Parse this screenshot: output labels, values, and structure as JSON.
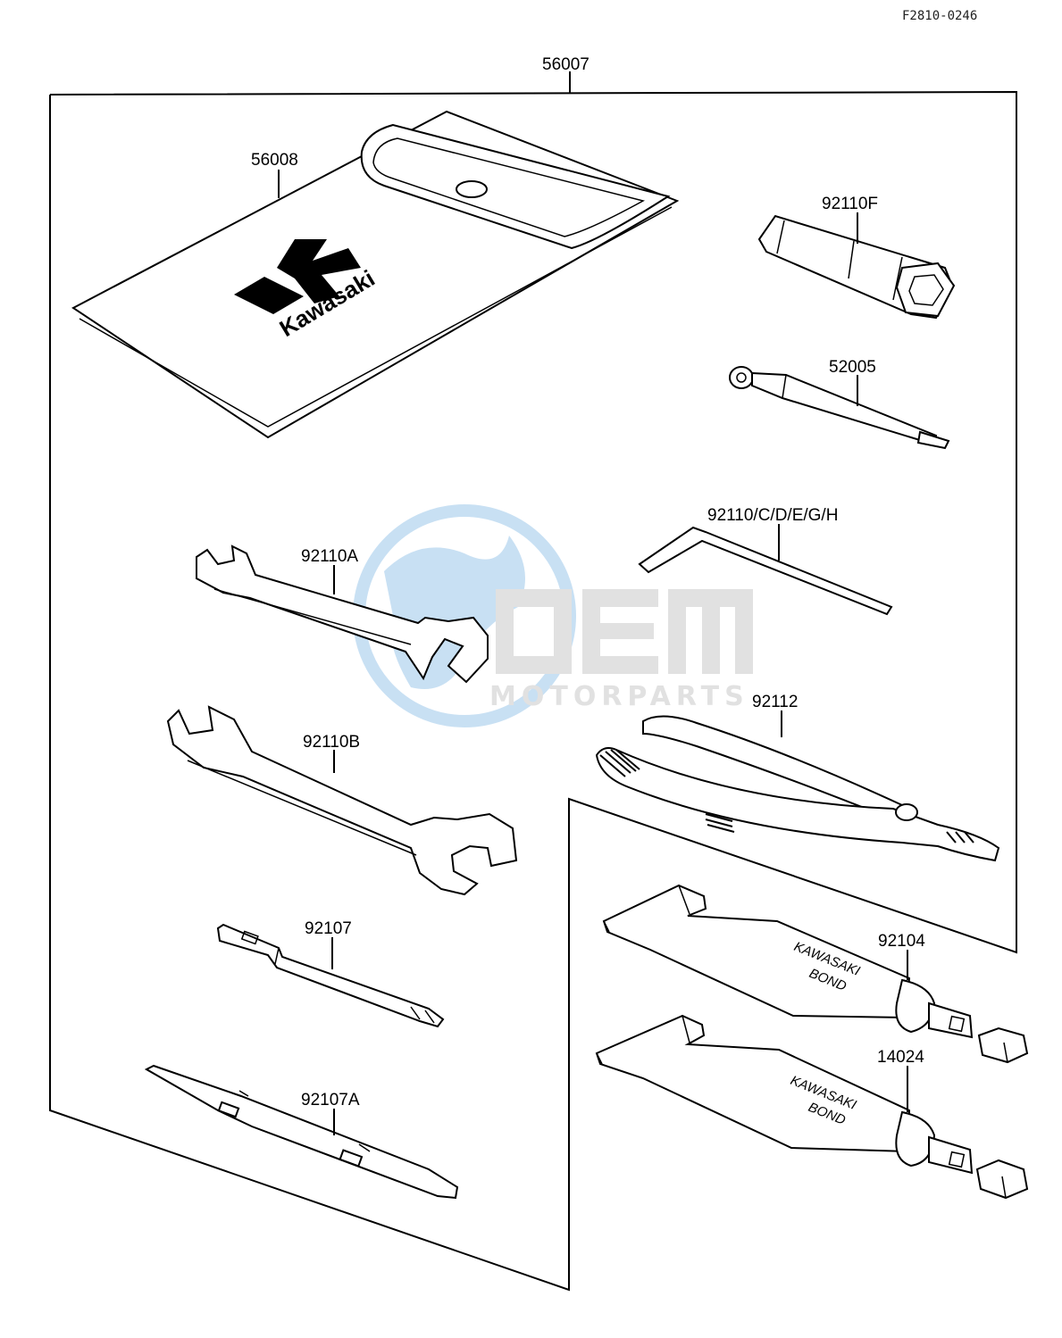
{
  "diagram": {
    "reference_code": "F2810-0246",
    "kit_number": "56007",
    "pouch": {
      "part_number": "56008",
      "brand_text": "Kawasaki"
    },
    "parts": [
      {
        "id": "spark-plug-wrench",
        "part_number": "92110F"
      },
      {
        "id": "handle-bar",
        "part_number": "52005"
      },
      {
        "id": "hex-key",
        "part_number": "92110/C/D/E/G/H"
      },
      {
        "id": "open-wrench-small",
        "part_number": "92110A"
      },
      {
        "id": "open-wrench-large",
        "part_number": "92110B"
      },
      {
        "id": "pliers",
        "part_number": "92112"
      },
      {
        "id": "screwdriver",
        "part_number": "92107"
      },
      {
        "id": "screwdriver-grip",
        "part_number": "92107A"
      },
      {
        "id": "bond-tube-1",
        "part_number": "92104"
      },
      {
        "id": "bond-tube-2",
        "part_number": "14024"
      }
    ],
    "tube_text": {
      "line1": "KAWASAKI",
      "line2": "BOND"
    }
  },
  "watermark": {
    "logo_text": "OEM",
    "tagline": "MOTORPARTS"
  },
  "colors": {
    "line": "#000000",
    "watermark_blue": "#9cc7ea",
    "watermark_gray": "#c9c9c9"
  }
}
